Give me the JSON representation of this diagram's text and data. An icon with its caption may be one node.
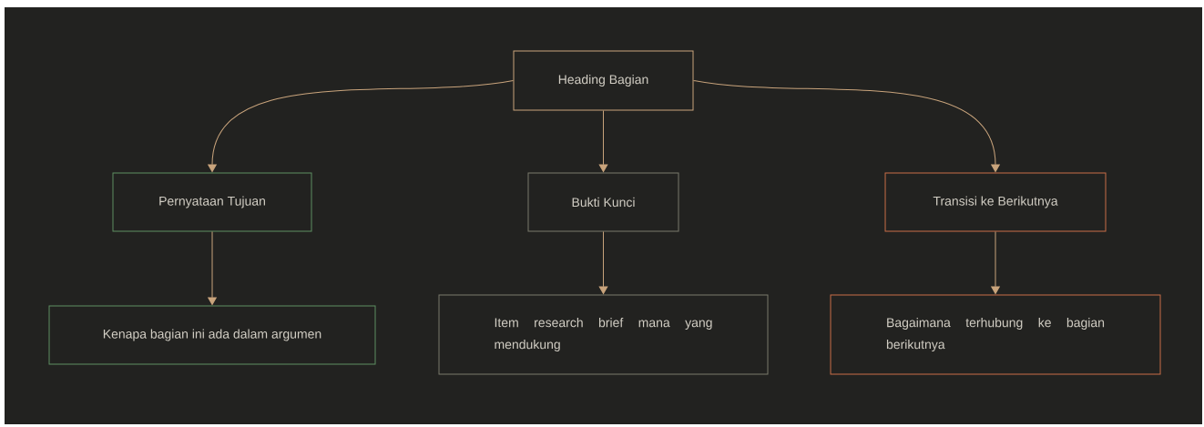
{
  "diagram": {
    "nodes": [
      {
        "text": [
          "Heading Bagian"
        ]
      },
      {
        "text": [
          "Pernyataan Tujuan"
        ]
      },
      {
        "text": [
          "Bukti Kunci"
        ]
      },
      {
        "text": [
          "Transisi ke Berikutnya"
        ]
      },
      {
        "text": [
          "Kenapa bagian ini ada dalam argumen"
        ]
      },
      {
        "text": [
          "Item research brief mana yang mendukung"
        ]
      },
      {
        "text": [
          "Bagaimana terhubung ke bagian berikutnya"
        ]
      }
    ],
    "edges": [
      {
        "from": 0,
        "to": 1,
        "arrow": "to"
      },
      {
        "from": 0,
        "to": 2,
        "arrow": "to"
      },
      {
        "from": 0,
        "to": 3,
        "arrow": "to"
      },
      {
        "from": 1,
        "to": 4,
        "arrow": "to"
      },
      {
        "from": 2,
        "to": 5,
        "arrow": "to"
      },
      {
        "from": 3,
        "to": 6,
        "arrow": "to"
      }
    ]
  }
}
